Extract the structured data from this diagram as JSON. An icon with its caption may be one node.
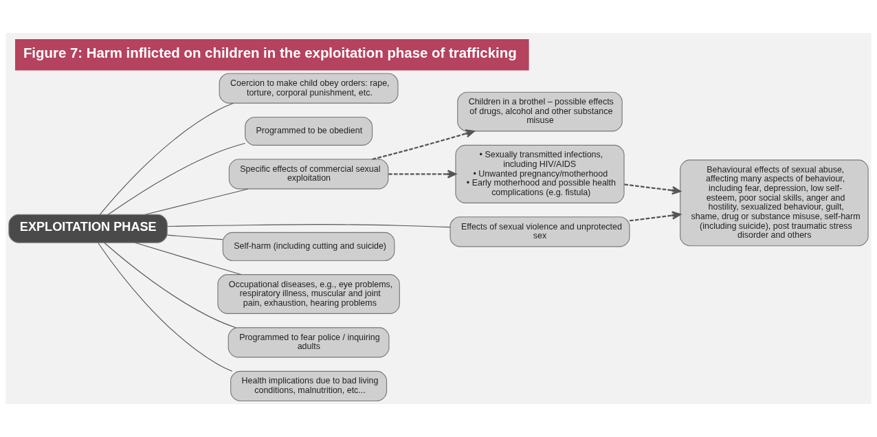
{
  "diagram": {
    "title": "Figure 7: Harm inflicted on children in the exploitation phase of trafficking",
    "nodes": [
      {
        "text": [
          "EXPLOITATION PHASE"
        ]
      },
      {
        "text": [
          "Coercion to make child obey orders: rape, torture, corporal punishment, etc."
        ]
      },
      {
        "text": [
          "Programmed to be obedient"
        ]
      },
      {
        "text": [
          "Specific effects of commercial sexual exploitation"
        ]
      },
      {
        "text": [
          "Effects of sexual violence and unprotected sex"
        ]
      },
      {
        "text": [
          "Self-harm (including cutting and suicide)"
        ]
      },
      {
        "text": [
          "Occupational diseases, e.g., eye problems, respiratory illness, muscular and joint pain, exhaustion, hearing problems"
        ]
      },
      {
        "text": [
          "Programmed to fear police / inquiring adults"
        ]
      },
      {
        "text": [
          "Health implications due to bad living conditions, malnutrition, etc..."
        ]
      },
      {
        "text": [
          "Children in a brothel – possible effects of drugs, alcohol and other substance misuse"
        ]
      },
      {
        "text": [
          "• Sexually transmitted infections, including HIV/AIDS",
          "• Unwanted pregnancy/motherhood",
          "• Early motherhood and possible health complications (e.g. fistula)"
        ]
      },
      {
        "text": [
          "Behavioural effects of sexual abuse, affecting many aspects of behaviour, including fear, depression, low self-esteem, poor social skills, anger and hostility, sexualized behaviour, guilt, shame, drug or substance misuse, self-harm (including suicide), post traumatic stress disorder and others"
        ]
      }
    ],
    "edges": [
      {
        "from": 0,
        "to": 1,
        "arrow": "none"
      },
      {
        "from": 0,
        "to": 2,
        "arrow": "none"
      },
      {
        "from": 0,
        "to": 3,
        "arrow": "none"
      },
      {
        "from": 0,
        "to": 4,
        "arrow": "none"
      },
      {
        "from": 0,
        "to": 5,
        "arrow": "none"
      },
      {
        "from": 0,
        "to": 6,
        "arrow": "none"
      },
      {
        "from": 0,
        "to": 7,
        "arrow": "none"
      },
      {
        "from": 0,
        "to": 8,
        "arrow": "none"
      },
      {
        "from": 3,
        "to": 9,
        "arrow": "to",
        "style": "dashed"
      },
      {
        "from": 3,
        "to": 10,
        "arrow": "to",
        "style": "dashed"
      },
      {
        "from": 4,
        "to": 11,
        "arrow": "to",
        "style": "dashed"
      },
      {
        "from": 10,
        "to": 11,
        "arrow": "to",
        "style": "dashed"
      }
    ]
  }
}
